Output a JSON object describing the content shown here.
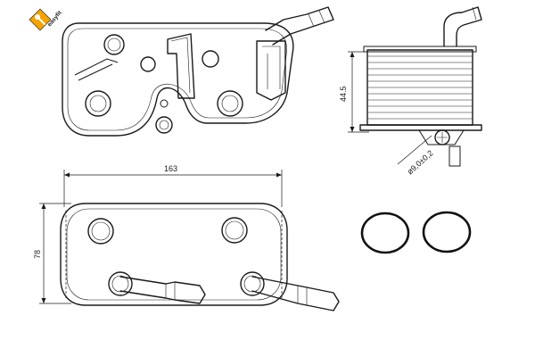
{
  "badge": {
    "text": "easyfit",
    "colors": {
      "background": "#f6a400",
      "accent": "#ffffff",
      "outline": "#1a1a1a"
    }
  },
  "dimensions": {
    "length": "163",
    "height": "78",
    "thickness": "44.5",
    "connector_diameter": "ø9,0±0,2"
  },
  "colors": {
    "line": "#1a1a1a",
    "background": "#ffffff"
  }
}
